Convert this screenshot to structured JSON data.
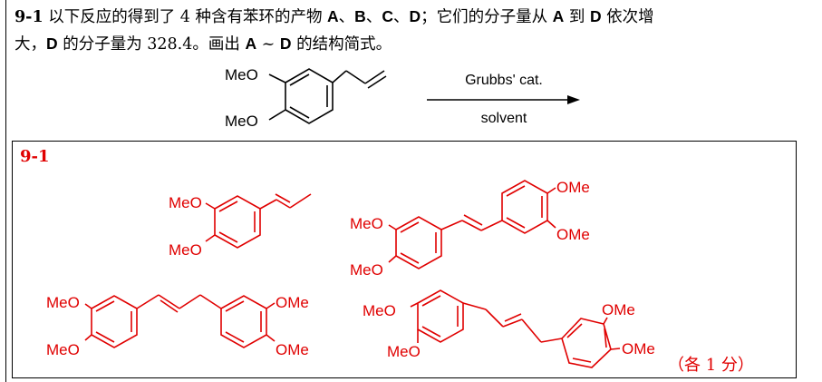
{
  "question": {
    "number": "9-1",
    "text_1": "以下反应的得到了 4 种含有苯环的产物 ",
    "A": "A",
    "sep1": "、",
    "B": "B",
    "sep2": "、",
    "C": "C",
    "sep3": "、",
    "D": "D",
    "text_2": "；它们的分子量从 ",
    "A2": "A",
    "text_3": " 到 ",
    "D2": "D",
    "text_4": " 依次增",
    "text_5": "大，",
    "D3": "D",
    "text_6": " 的分子量为 328.4。画出 ",
    "A3": "A",
    "tilde": " ~ ",
    "D4": "D",
    "text_7": " 的结构简式。"
  },
  "reaction": {
    "reactant_meo_top": "MeO",
    "reactant_meo_bottom": "MeO",
    "reagent_above": "Grubbs' cat.",
    "reagent_below": "solvent"
  },
  "answer": {
    "label": "9-1",
    "score_note": "（各 1 分）",
    "product_a": {
      "meo_top": "MeO",
      "meo_bottom": "MeO"
    },
    "product_b": {
      "meo_left_top": "MeO",
      "meo_left_bottom": "MeO",
      "ome_right_top": "OMe",
      "ome_right_bottom": "OMe"
    },
    "product_c": {
      "meo_left_top": "MeO",
      "meo_left_bottom": "MeO",
      "ome_right_top": "OMe",
      "ome_right_bottom": "OMe"
    },
    "product_d": {
      "meo_left_top": "MeO",
      "meo_left_bottom": "MeO",
      "ome_right_top": "OMe",
      "ome_right_bottom": "OMe"
    }
  },
  "colors": {
    "answer_red": "#e00000",
    "text_black": "#000000"
  }
}
